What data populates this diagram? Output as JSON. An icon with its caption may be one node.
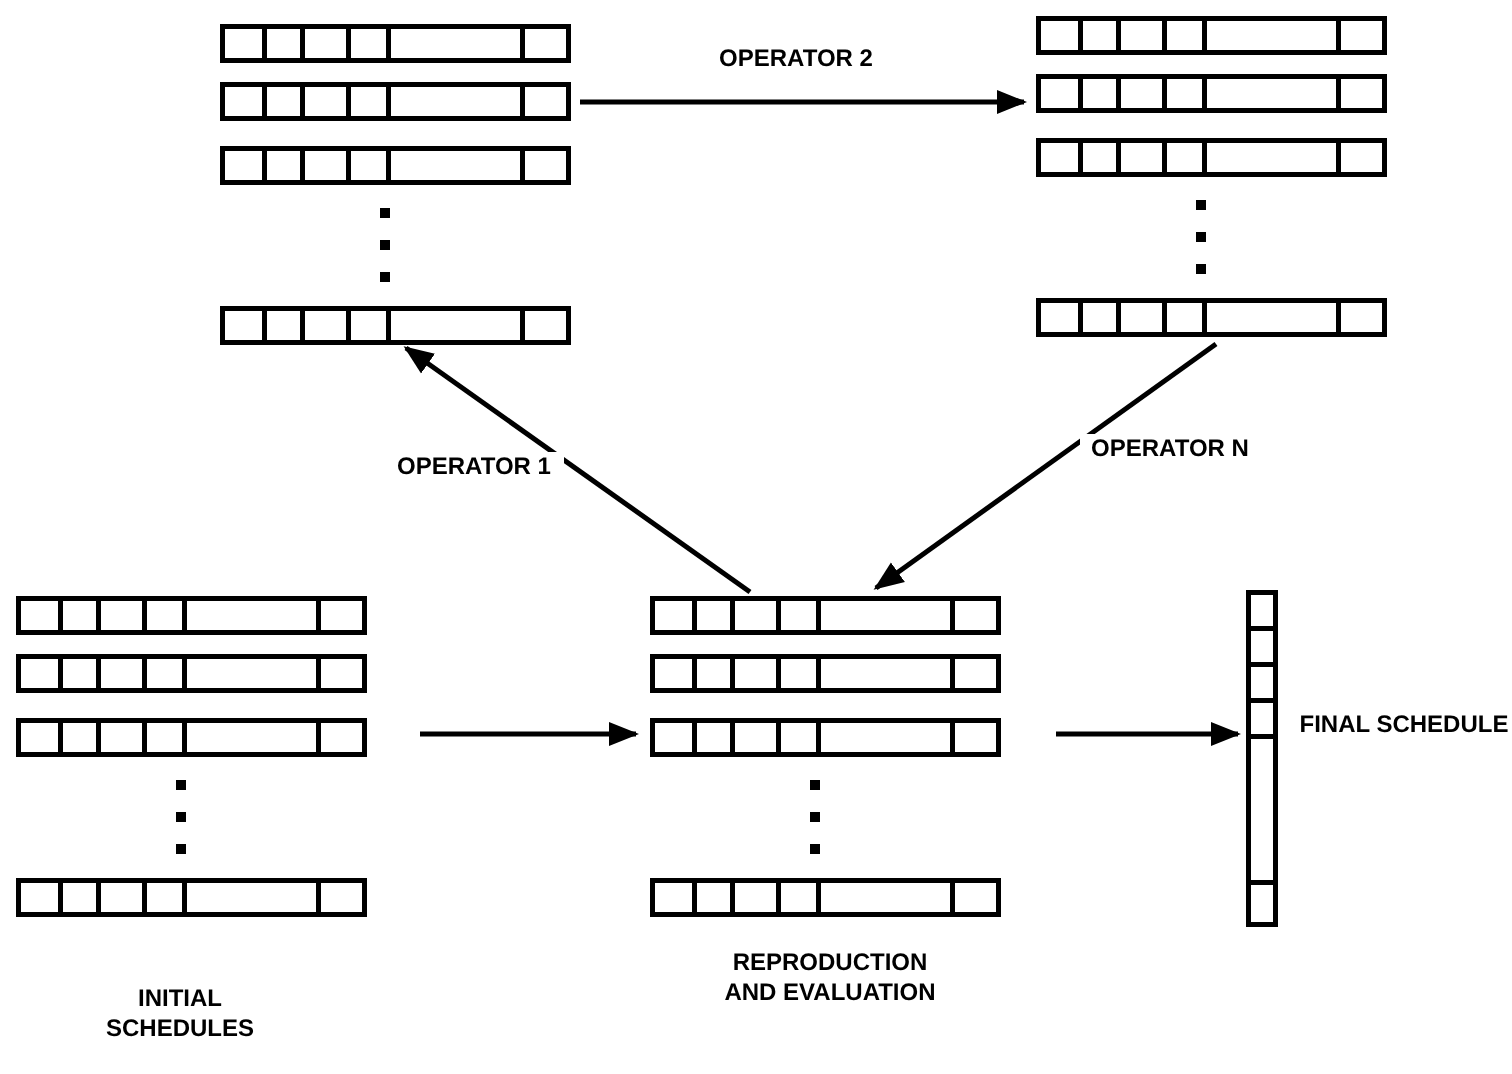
{
  "diagram": {
    "nodes": [
      {
        "text": [],
        "shape": "picture"
      },
      {
        "text": [],
        "shape": "picture"
      },
      {
        "text": [],
        "shape": "picture",
        "beside": [
          "INITIAL SCHEDULES"
        ]
      },
      {
        "text": [],
        "shape": "picture",
        "beside": [
          "REPRODUCTION AND EVALUATION"
        ]
      },
      {
        "text": [],
        "shape": "bar",
        "beside": [
          "FINAL SCHEDULE"
        ]
      }
    ],
    "edges": [
      {
        "from": 3,
        "to": 0,
        "arrow": "to",
        "label": "OPERATOR 1"
      },
      {
        "from": 0,
        "to": 1,
        "arrow": "to",
        "label": "OPERATOR 2"
      },
      {
        "from": 1,
        "to": 3,
        "arrow": "to",
        "label": "OPERATOR N"
      },
      {
        "from": 2,
        "to": 3,
        "arrow": "to"
      },
      {
        "from": 3,
        "to": 4,
        "arrow": "to"
      }
    ]
  }
}
